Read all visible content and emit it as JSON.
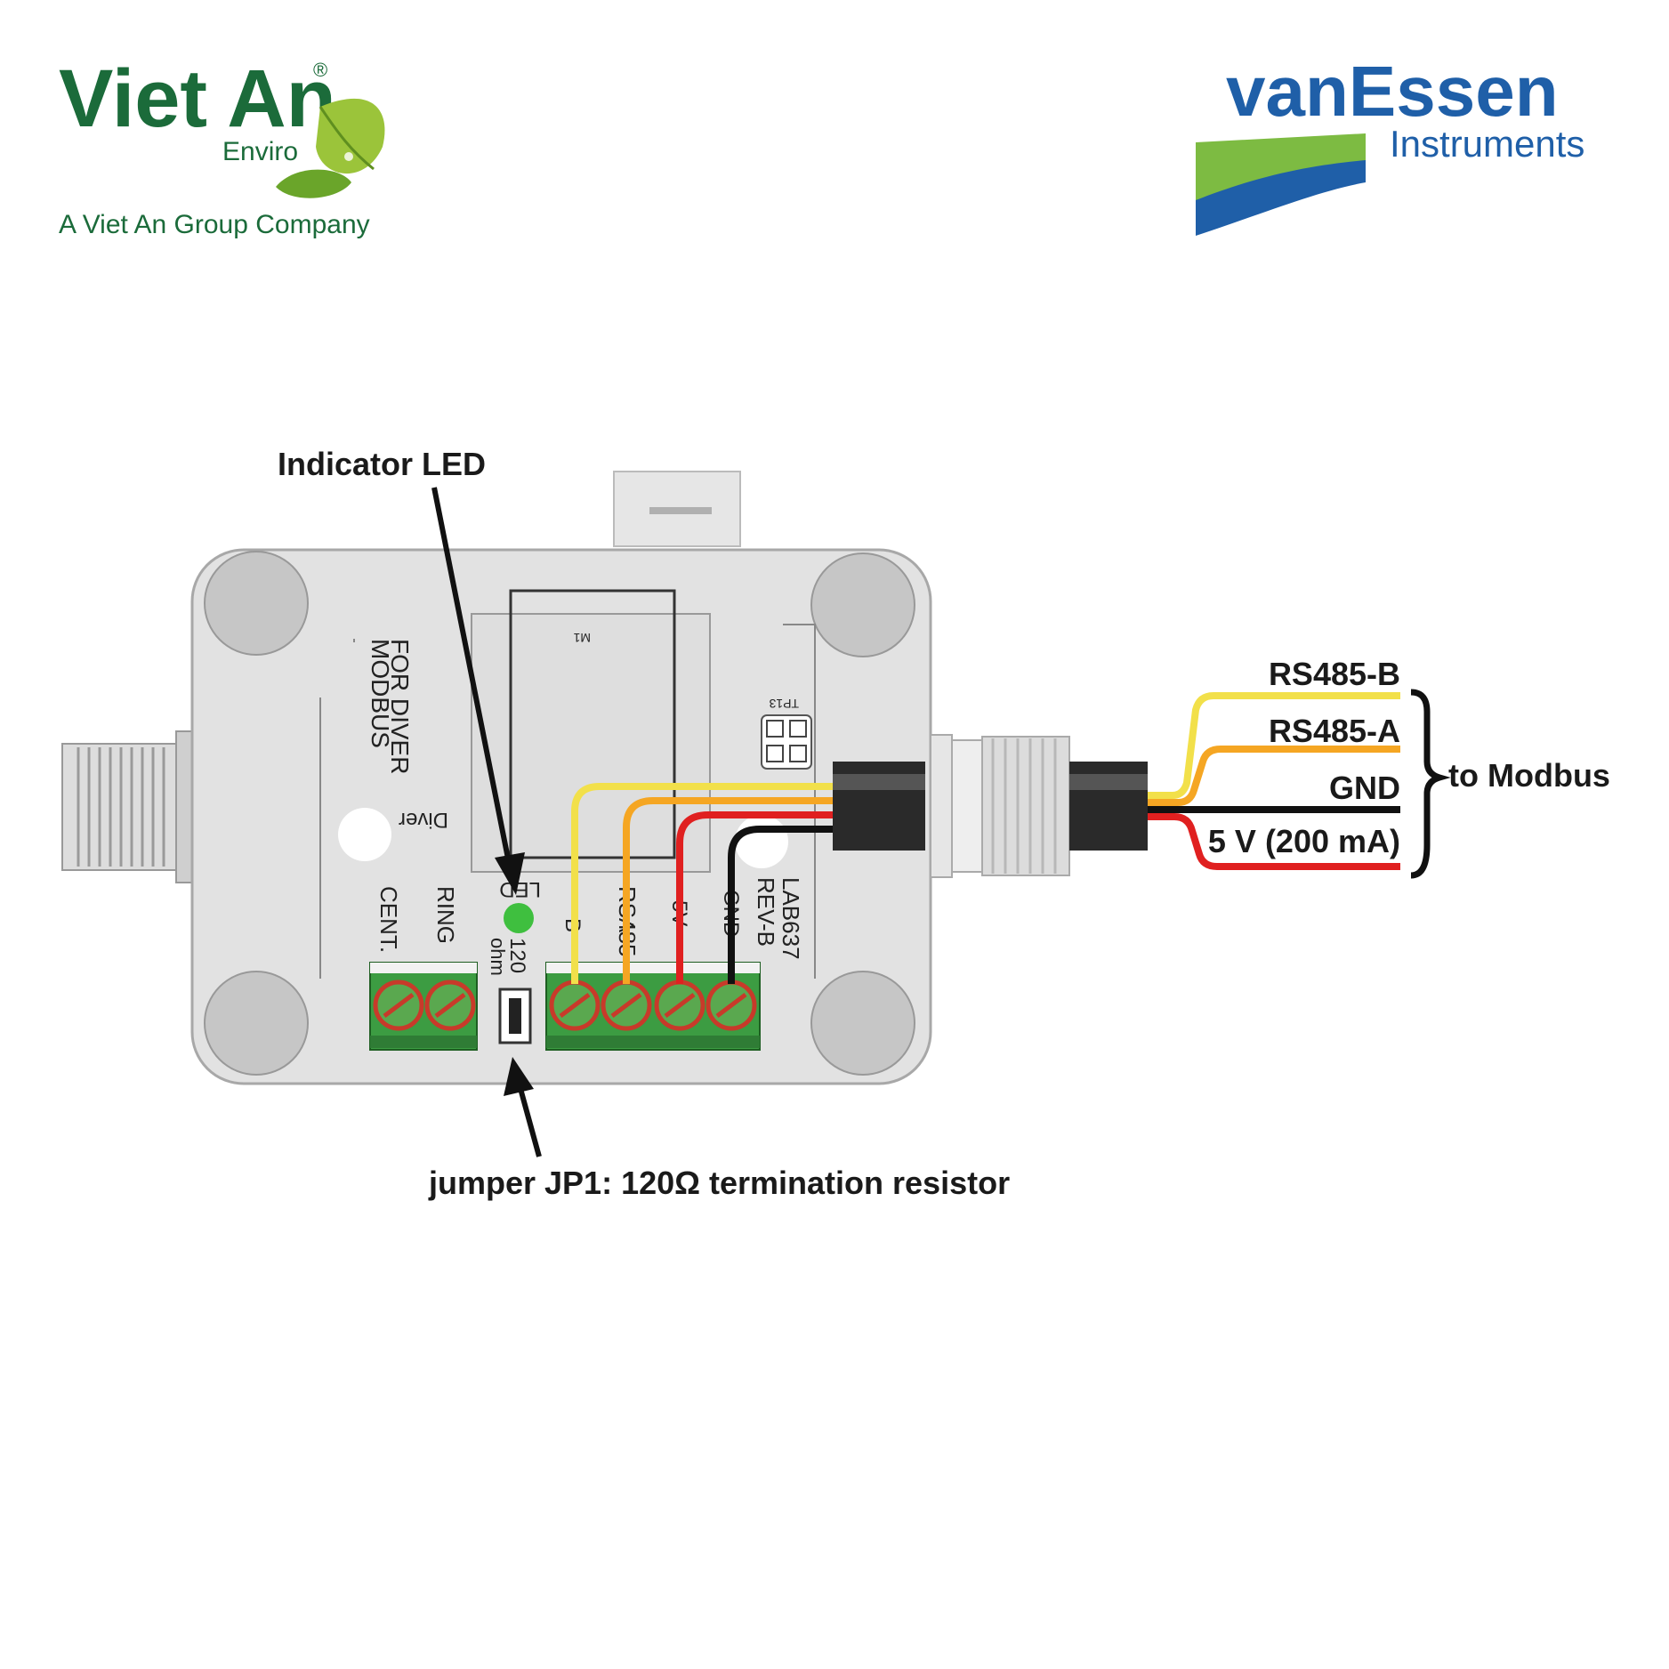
{
  "logos": {
    "viet_an": {
      "name": "Viet An",
      "registered": "®",
      "sub": "Enviro",
      "tagline": "A Viet An Group Company",
      "color": "#1b6b3a"
    },
    "van_essen": {
      "name": "vanEssen",
      "sub": "Instruments",
      "color": "#1f5fa8",
      "wave_green": "#7dbb42"
    }
  },
  "callouts": {
    "indicator_led": "Indicator LED",
    "jumper": "jumper JP1: 120Ω termination resistor"
  },
  "wires": [
    {
      "label": "RS485-B",
      "color": "#f2e04a"
    },
    {
      "label": "RS485-A",
      "color": "#f5a623"
    },
    {
      "label": "GND",
      "color": "#111111"
    },
    {
      "label": "5 V (200 mA)",
      "color": "#e02020"
    }
  ],
  "bracket_label": "to Modbus",
  "board": {
    "modbus_label_1": "MODBUS",
    "modbus_label_2": "FOR DIVER",
    "diver": "Diver",
    "cent": "CENT.",
    "ring": "RING",
    "led": "LED",
    "ohm_1": "120",
    "ohm_2": "ohm",
    "rs485": "RS485",
    "b": "B",
    "a": "A",
    "v5": "5V",
    "gnd": "GND",
    "lab_1": "LAB637",
    "lab_2": "REV-B",
    "m1": "M1",
    "tp": "TP13",
    "led_color": "#3fbf3f"
  }
}
